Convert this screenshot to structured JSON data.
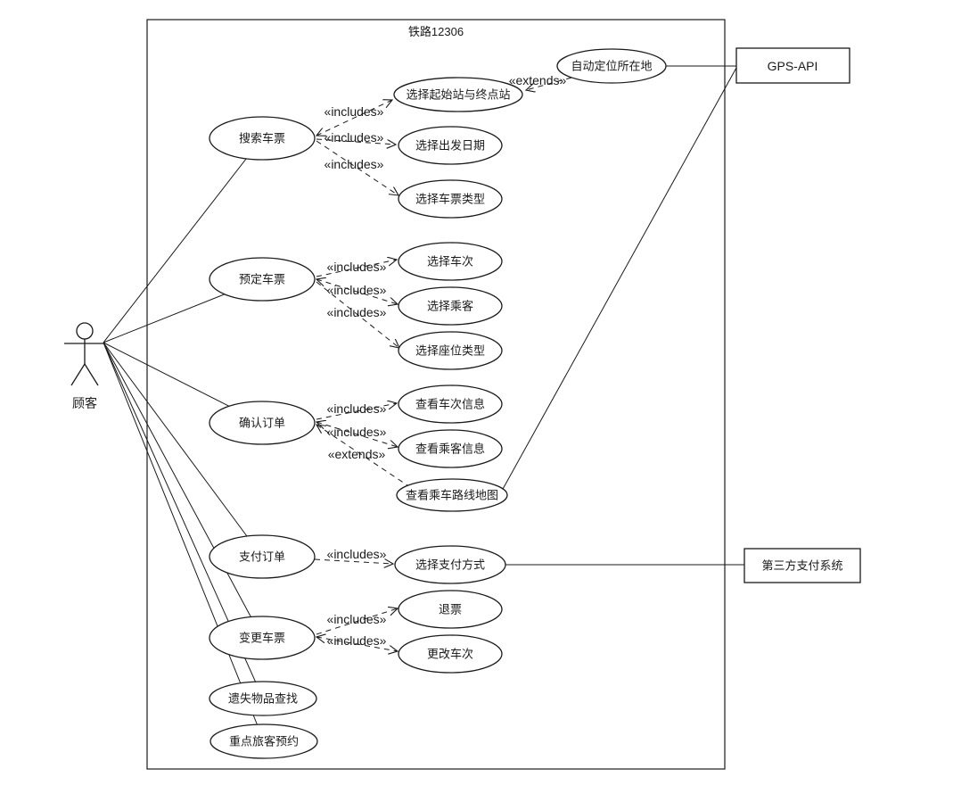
{
  "diagram": {
    "system": {
      "title": "铁路12306"
    },
    "actor": {
      "label": "顾客"
    },
    "stereotypes": {
      "includes": "«includes»",
      "extends": "«extends»"
    },
    "external": {
      "gps": {
        "label": "GPS-API"
      },
      "payment": {
        "label": "第三方支付系统"
      }
    },
    "use_cases": {
      "search_tickets": {
        "label": "搜索车票"
      },
      "book_tickets": {
        "label": "预定车票"
      },
      "confirm_order": {
        "label": "确认订单"
      },
      "pay_order": {
        "label": "支付订单"
      },
      "change_tickets": {
        "label": "变更车票"
      },
      "lost_item_search": {
        "label": "遗失物品查找"
      },
      "key_passenger_booking": {
        "label": "重点旅客预约"
      },
      "select_stations": {
        "label": "选择起始站与终点站"
      },
      "select_departure_date": {
        "label": "选择出发日期"
      },
      "select_ticket_type": {
        "label": "选择车票类型"
      },
      "select_train": {
        "label": "选择车次"
      },
      "select_passenger": {
        "label": "选择乘客"
      },
      "select_seat_type": {
        "label": "选择座位类型"
      },
      "view_train_info": {
        "label": "查看车次信息"
      },
      "view_passenger_info": {
        "label": "查看乘客信息"
      },
      "view_route_map": {
        "label": "查看乘车路线地图"
      },
      "select_payment_method": {
        "label": "选择支付方式"
      },
      "refund_ticket": {
        "label": "退票"
      },
      "change_train": {
        "label": "更改车次"
      },
      "auto_locate": {
        "label": "自动定位所在地"
      }
    },
    "colors": {
      "highlight_yellow": "#ffff99",
      "highlight_orange": "#ffcc80",
      "stroke": "#1a1a1a",
      "background": "#ffffff"
    }
  }
}
